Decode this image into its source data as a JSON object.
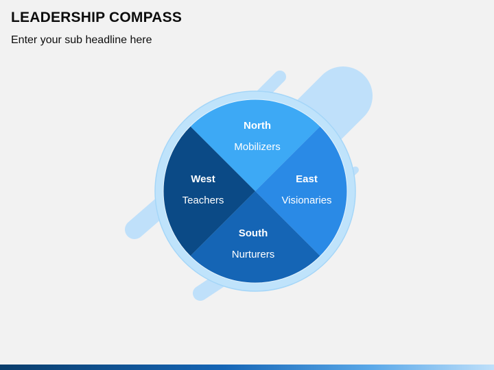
{
  "slide": {
    "title": "LEADERSHIP COMPASS",
    "subtitle": "Enter your sub headline here"
  },
  "compass": {
    "north": {
      "direction": "North",
      "role": "Mobilizers",
      "color": "#3da9f5"
    },
    "east": {
      "direction": "East",
      "role": "Visionaries",
      "color": "#2a8ae6"
    },
    "south": {
      "direction": "South",
      "role": "Nurturers",
      "color": "#1565b5"
    },
    "west": {
      "direction": "West",
      "role": "Teachers",
      "color": "#0b4a86"
    },
    "ring_color": "#bfe3fb",
    "decor_color": "#bfe0fa"
  }
}
